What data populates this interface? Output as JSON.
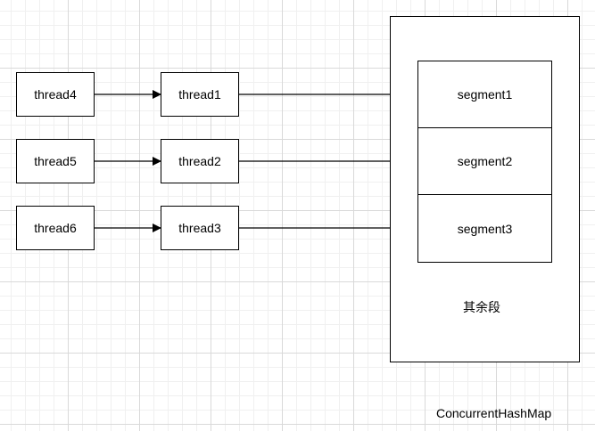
{
  "diagram": {
    "threads_left": [
      "thread4",
      "thread5",
      "thread6"
    ],
    "threads_mid": [
      "thread1",
      "thread2",
      "thread3"
    ],
    "segments": [
      "segment1",
      "segment2",
      "segment3"
    ],
    "rest_label": "其余段",
    "map_label": "ConcurrentHashMap"
  }
}
